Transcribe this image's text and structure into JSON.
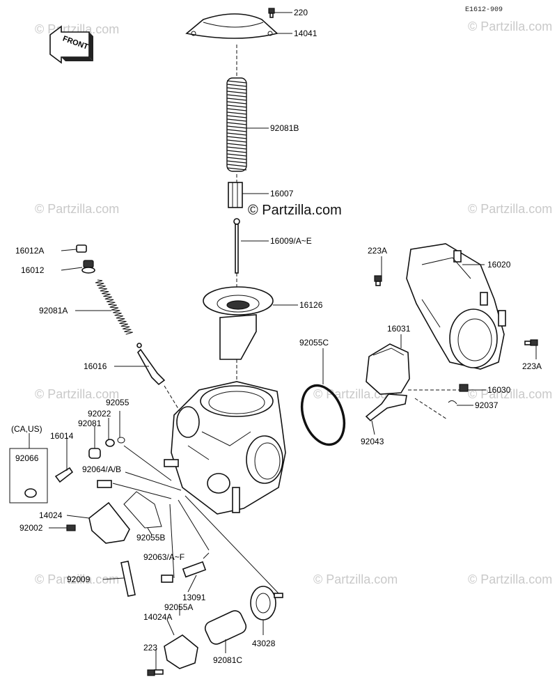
{
  "diagram": {
    "ref_code": "E1612-909",
    "front_label": "FRONT",
    "watermark_main": "© Partzilla.com",
    "watermark_text": "© Partzilla.com",
    "region_label": "(CA,US)",
    "parts": {
      "p220": "220",
      "p14041": "14041",
      "p92081B": "92081B",
      "p16007": "16007",
      "p16009": "16009/A~E",
      "p16012A": "16012A",
      "p16012": "16012",
      "p92081A": "92081A",
      "p16126": "16126",
      "p16016": "16016",
      "p92055C": "92055C",
      "p223A_top": "223A",
      "p16020": "16020",
      "p16031": "16031",
      "p223A_right": "223A",
      "p16030": "16030",
      "p92037": "92037",
      "p92043": "92043",
      "p92055": "92055",
      "p92022": "92022",
      "p92081": "92081",
      "p16014": "16014",
      "p92066": "92066",
      "p92064": "92064/A/B",
      "p14024": "14024",
      "p92002": "92002",
      "p92055B": "92055B",
      "p92063": "92063/A~F",
      "p92009": "92009",
      "p13091": "13091",
      "p92055A": "92055A",
      "p14024A": "14024A",
      "p223": "223",
      "p92081C": "92081C",
      "p43028": "43028"
    }
  }
}
